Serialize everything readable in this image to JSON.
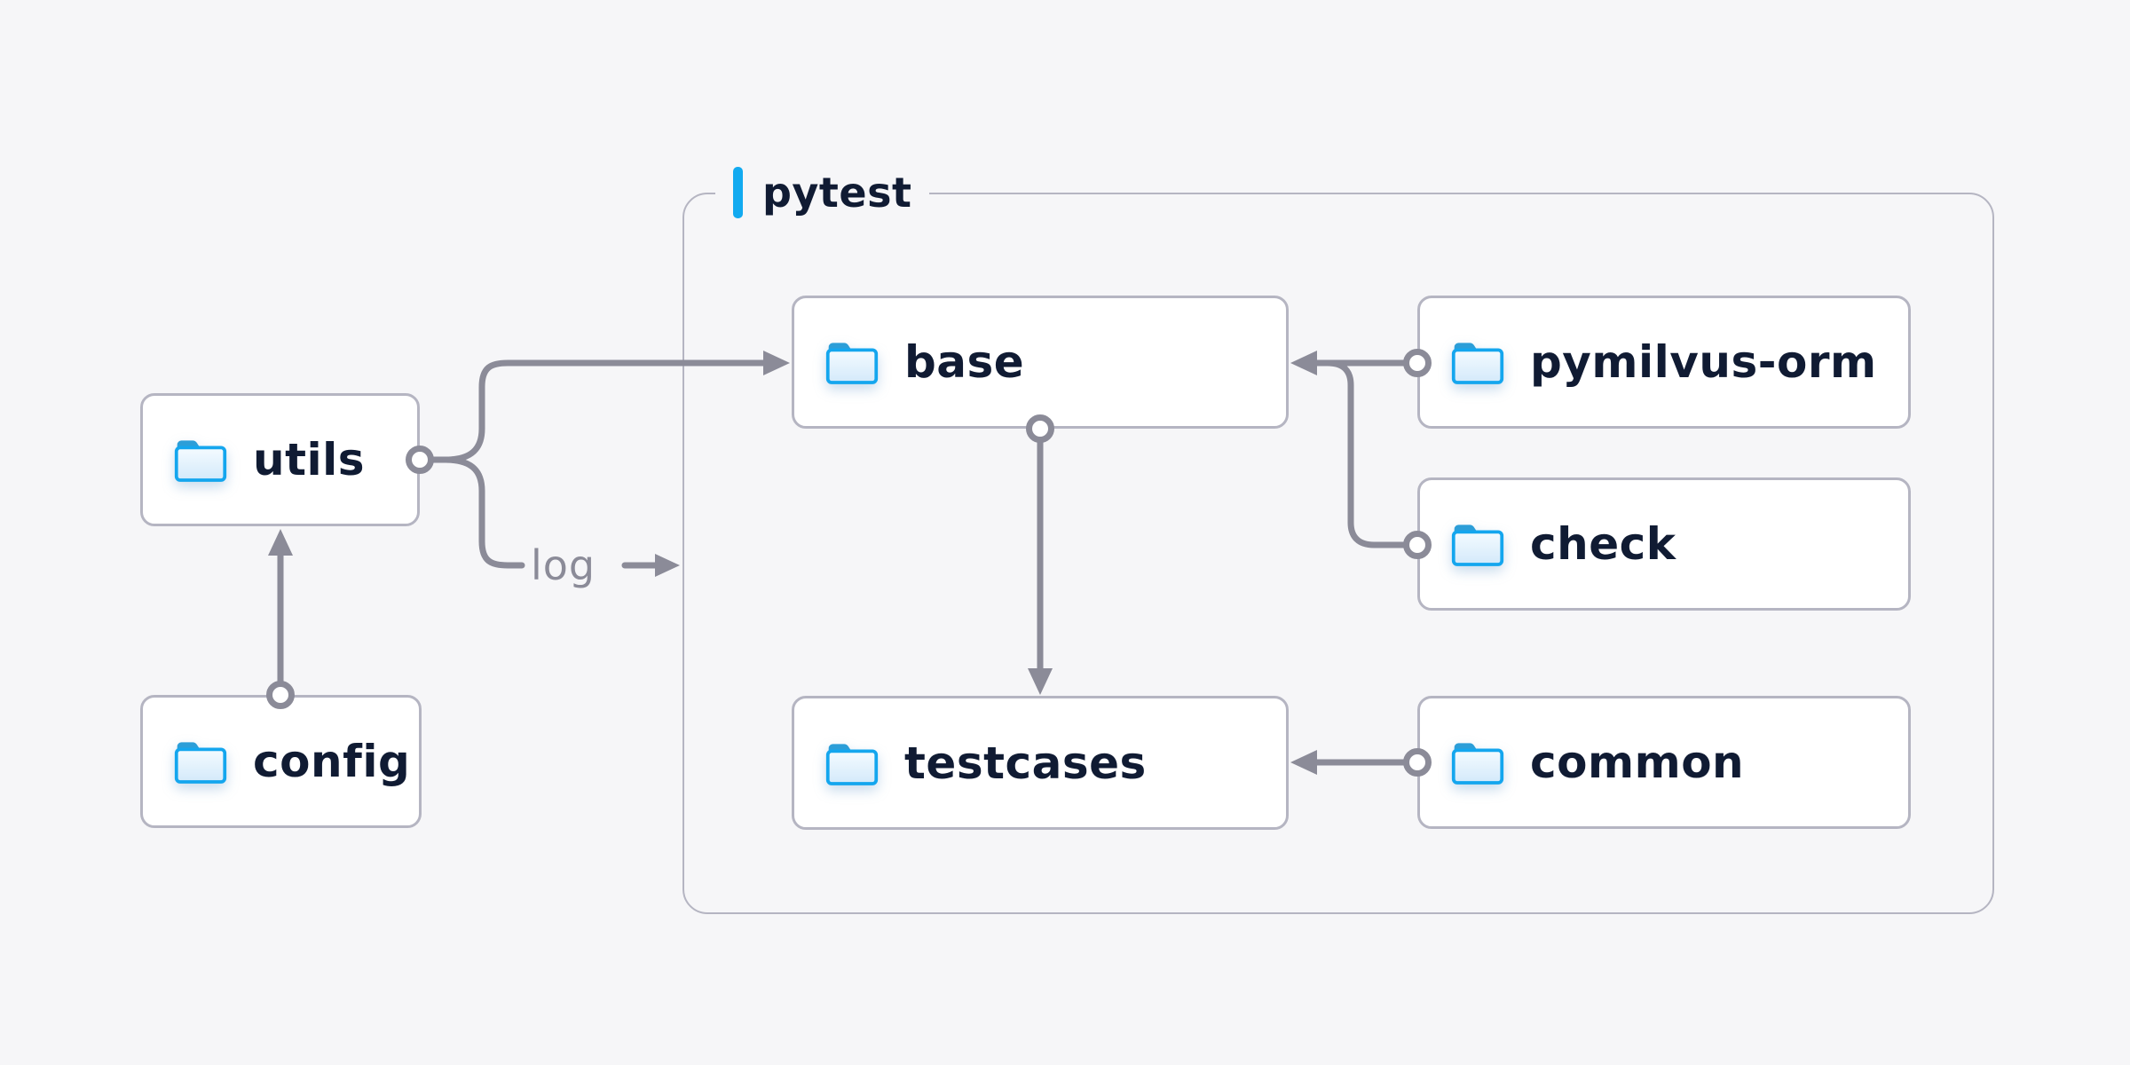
{
  "diagram": {
    "title": "pytest",
    "log_label": "log",
    "nodes": [
      {
        "id": "utils",
        "label": "utils"
      },
      {
        "id": "config",
        "label": "config"
      },
      {
        "id": "base",
        "label": "base"
      },
      {
        "id": "pymilvus-orm",
        "label": "pymilvus-orm"
      },
      {
        "id": "check",
        "label": "check"
      },
      {
        "id": "testcases",
        "label": "testcases"
      },
      {
        "id": "common",
        "label": "common"
      }
    ],
    "edges": [
      {
        "from": "config",
        "to": "utils"
      },
      {
        "from": "utils",
        "to": "base"
      },
      {
        "from": "utils",
        "to": "log"
      },
      {
        "from": "pymilvus-orm",
        "to": "base"
      },
      {
        "from": "check",
        "to": "base"
      },
      {
        "from": "base",
        "to": "testcases"
      },
      {
        "from": "common",
        "to": "testcases"
      }
    ],
    "colors": {
      "page_bg": "#f6f6f8",
      "node_bg": "#ffffff",
      "border_gray": "#b5b5c2",
      "line_gray": "#8b8b98",
      "text_navy": "#101b33",
      "accent_blue": "#12aaf0",
      "folder_blue": "#14a6ee"
    }
  }
}
